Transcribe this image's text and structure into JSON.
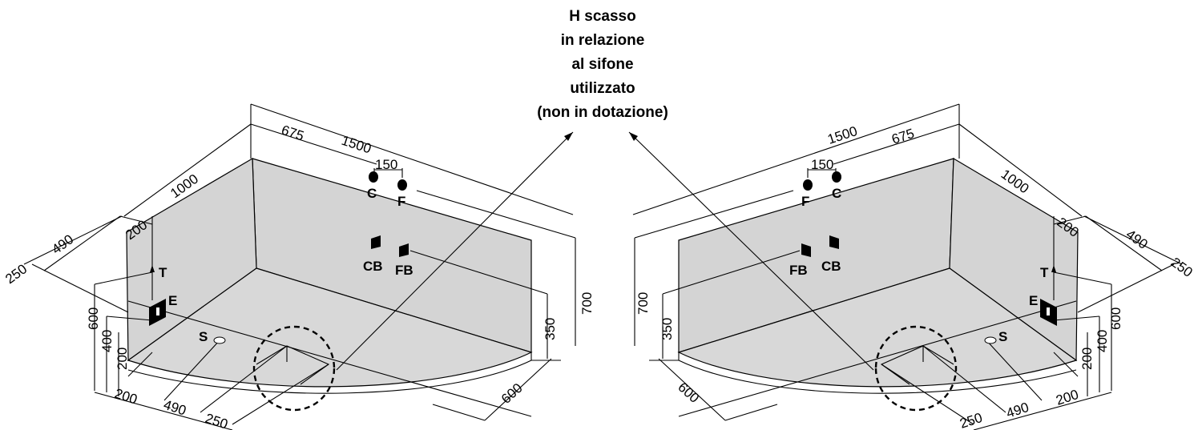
{
  "annotation": {
    "lines": [
      "H scasso",
      "in relazione",
      "al sifone",
      "utilizzato",
      "(non in dotazione)"
    ]
  },
  "left": {
    "dims": {
      "d1500": "1500",
      "d675": "675",
      "d1000": "1000",
      "d150": "150",
      "d490": "490",
      "d250": "250",
      "d200_top": "200",
      "d600_v": "600",
      "d400": "400",
      "d200_v": "200",
      "d200_b": "200",
      "d490_b": "490",
      "d250_b": "250",
      "d600_b": "600",
      "d700": "700",
      "d350": "350"
    },
    "labels": {
      "C": "C",
      "F": "F",
      "CB": "CB",
      "FB": "FB",
      "T": "T",
      "E": "E",
      "S": "S"
    }
  },
  "right": {
    "dims": {
      "d1500": "1500",
      "d675": "675",
      "d1000": "1000",
      "d150": "150",
      "d490": "490",
      "d250": "250",
      "d200_top": "200",
      "d600_v": "600",
      "d400": "400",
      "d200_v": "200",
      "d200_b": "200",
      "d490_b": "490",
      "d250_b": "250",
      "d600_b": "600",
      "d700": "700",
      "d350": "350"
    },
    "labels": {
      "C": "C",
      "F": "F",
      "CB": "CB",
      "FB": "FB",
      "T": "T",
      "E": "E",
      "S": "S"
    }
  }
}
